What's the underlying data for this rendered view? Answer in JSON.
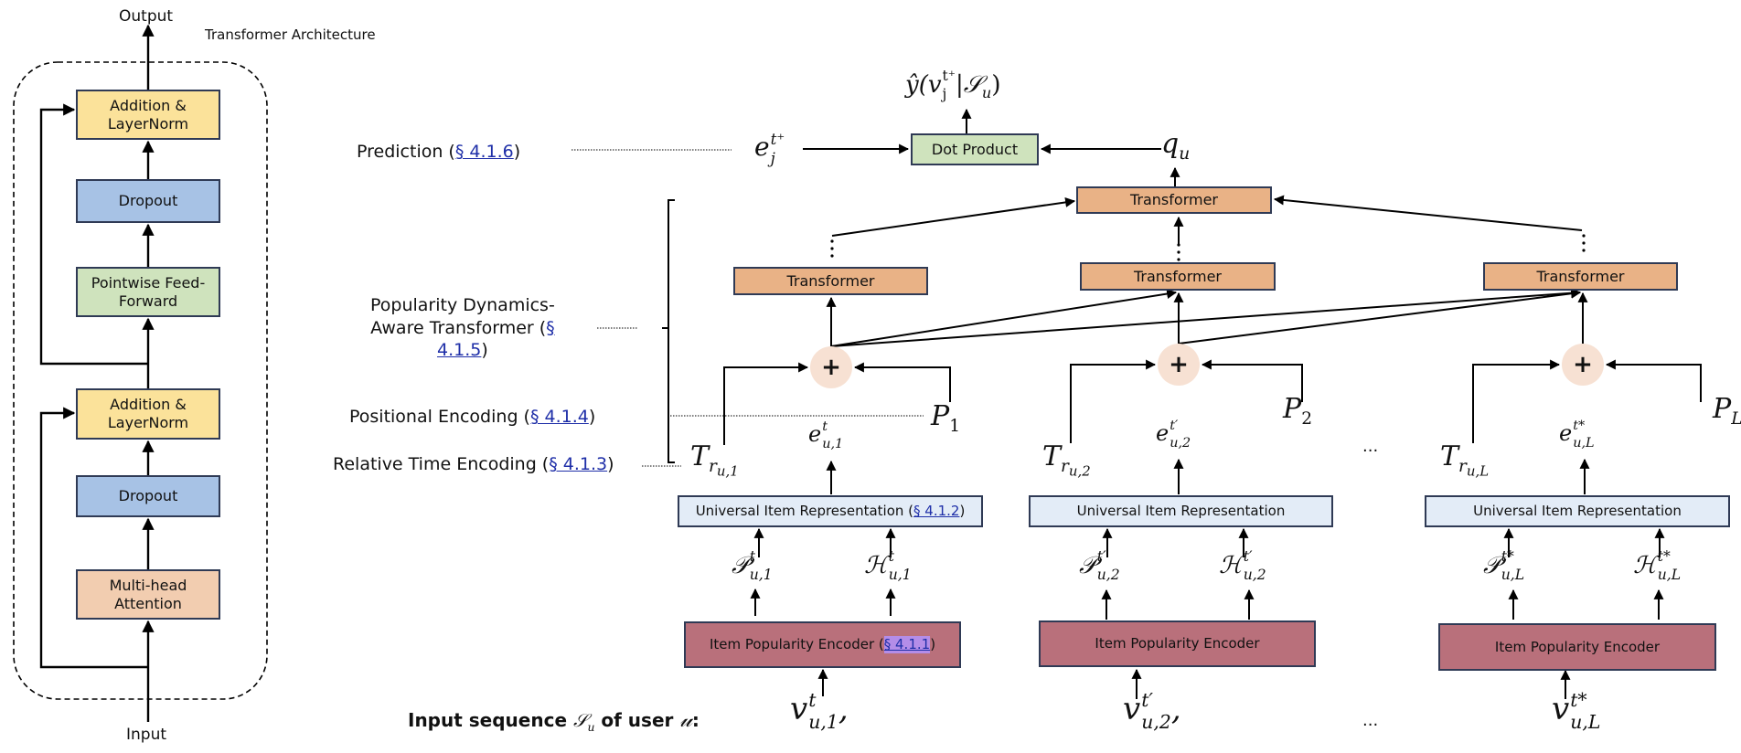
{
  "left_panel": {
    "title": "Transformer Architecture",
    "output_label": "Output",
    "input_label": "Input",
    "blocks": [
      {
        "label": "Addition & LayerNorm",
        "color": "#fbe29a"
      },
      {
        "label": "Dropout",
        "color": "#a7c2e5"
      },
      {
        "label": "Pointwise Feed-Forward",
        "color": "#cfe3bd"
      },
      {
        "label": "Addition & LayerNorm",
        "color": "#fbe29a"
      },
      {
        "label": "Dropout",
        "color": "#a7c2e5"
      },
      {
        "label": "Multi-head Attention",
        "color": "#f2cdb0"
      }
    ]
  },
  "annotations": {
    "prediction": {
      "text": "Prediction (",
      "ref": "§ 4.1.6",
      "close": ")"
    },
    "pdat": {
      "text1": "Popularity Dynamics-",
      "text2": "Aware Transformer (",
      "ref1": "§",
      "ref2": "4.1.5",
      "close": ")"
    },
    "positional": {
      "text": "Positional Encoding (",
      "ref": "§ 4.1.4",
      "close": ")"
    },
    "relative_time": {
      "text": "Relative Time Encoding (",
      "ref": "§ 4.1.3",
      "close": ")"
    },
    "input_sequence": {
      "text1": "Input sequence ",
      "S": "𝒮",
      "sub": "u",
      "text2": " of user ",
      "U": "𝓊",
      "colon": ":"
    }
  },
  "prediction_head": {
    "output_formula": {
      "hat_y": "ŷ(v",
      "sup": "t⁺",
      "sub": "j",
      "rest": "|𝒮",
      "rest_sub": "u",
      "close": ")"
    },
    "target_embedding": {
      "base": "e",
      "sup": "t⁺",
      "sub": "j"
    },
    "dot_product_label": "Dot Product",
    "user_repr": {
      "base": "q",
      "sub": "u"
    },
    "top_transformer_label": "Transformer"
  },
  "columns": [
    {
      "transformer_label": "Transformer",
      "item_embedding": {
        "base": "e",
        "sup": "t",
        "sub": "u,1"
      },
      "time_encoding": {
        "base": "T",
        "sub": "r",
        "subsub": "u,1"
      },
      "pos_encoding": {
        "base": "P",
        "sub": "1"
      },
      "uir_label": "Universal Item Representation (",
      "uir_ref": "§ 4.1.2",
      "uir_close": ")",
      "popularity": {
        "base": "𝒫",
        "sup": "t",
        "sub": "u,1"
      },
      "history": {
        "base": "ℋ",
        "sup": "t",
        "sub": "u,1"
      },
      "ipe_label": "Item Popularity Encoder (",
      "ipe_ref": "§ 4.1.1",
      "ipe_close": ")",
      "input_item": {
        "base": "v",
        "sup": "t",
        "sub": "u,1",
        "suffix": ","
      }
    },
    {
      "transformer_label": "Transformer",
      "item_embedding": {
        "base": "e",
        "sup": "t′",
        "sub": "u,2"
      },
      "time_encoding": {
        "base": "T",
        "sub": "r",
        "subsub": "u,2"
      },
      "pos_encoding": {
        "base": "P",
        "sub": "2"
      },
      "uir_label": "Universal Item Representation",
      "popularity": {
        "base": "𝒫",
        "sup": "t′",
        "sub": "u,2"
      },
      "history": {
        "base": "ℋ",
        "sup": "t′",
        "sub": "u,2"
      },
      "ipe_label": "Item Popularity Encoder",
      "input_item": {
        "base": "v",
        "sup": "t′",
        "sub": "u,2",
        "suffix": ","
      }
    },
    {
      "transformer_label": "Transformer",
      "item_embedding": {
        "base": "e",
        "sup": "t*",
        "sub": "u,L"
      },
      "time_encoding": {
        "base": "T",
        "sub": "r",
        "subsub": "u,L"
      },
      "pos_encoding": {
        "base": "P",
        "sub": "L"
      },
      "uir_label": "Universal Item Representation",
      "popularity": {
        "base": "𝒫",
        "sup": "t*",
        "sub": "u,L"
      },
      "history": {
        "base": "ℋ",
        "sup": "t*",
        "sub": "u,L"
      },
      "ipe_label": "Item Popularity Encoder",
      "input_item": {
        "base": "v",
        "sup": "t*",
        "sub": "u,L",
        "suffix": ""
      }
    }
  ],
  "ellipsis": "...",
  "plus_symbol": "+",
  "colors": {
    "transformer": "#e9b286",
    "uir": "#e3ecf7",
    "ipe": "#b9707b",
    "dot_product": "#cfe3bd",
    "plus_node": "#f7e1d3",
    "link": "#1f2fa8",
    "link_highlight": "#b48de8"
  }
}
